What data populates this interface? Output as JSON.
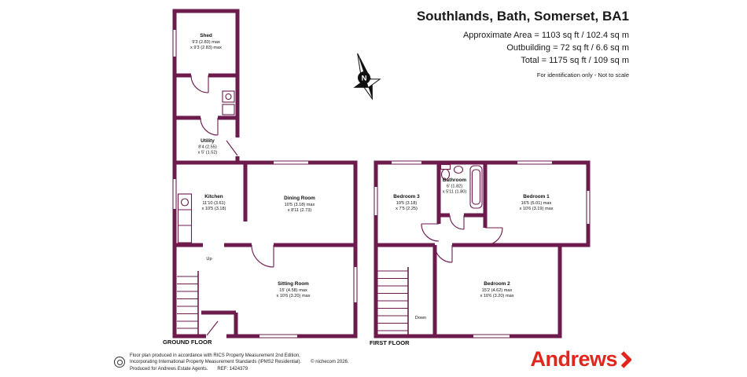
{
  "colors": {
    "wall": "#6d1b4d",
    "brand_red": "#e2261d",
    "ink": "#1a1a1a"
  },
  "header": {
    "title": "Southlands, Bath, Somerset, BA1",
    "approximate_area": "Approximate Area = 1103 sq ft / 102.4 sq m",
    "outbuilding": "Outbuilding = 72 sq ft / 6.6 sq m",
    "total": "Total = 1175 sq ft / 109 sq m",
    "disclaimer": "For identification only - Not to scale"
  },
  "compass": {
    "label": "N"
  },
  "ground_floor": {
    "label": "GROUND FLOOR",
    "stairs_label": "Up",
    "rooms": {
      "shed": {
        "name": "Shed",
        "dim1": "9'3 (2.83) max",
        "dim2": "x 9'3 (2.83) max"
      },
      "utility": {
        "name": "Utility",
        "dim1": "8'4 (2.55)",
        "dim2": "x 5' (1.52)"
      },
      "kitchen": {
        "name": "Kitchen",
        "dim1": "11'10 (3.61)",
        "dim2": "x 10'5 (3.18)"
      },
      "dining_room": {
        "name": "Dining Room",
        "dim1": "10'5 (3.18) max",
        "dim2": "x 8'11 (2.73)"
      },
      "sitting_room": {
        "name": "Sitting Room",
        "dim1": "15' (4.58) max",
        "dim2": "x 10'6 (3.20) max"
      }
    }
  },
  "first_floor": {
    "label": "FIRST FLOOR",
    "stairs_label": "Down",
    "rooms": {
      "bathroom": {
        "name": "Bathroom",
        "dim1": "6' (1.82)",
        "dim2": "x 5'11 (1.80)"
      },
      "bedroom_3": {
        "name": "Bedroom 3",
        "dim1": "10'5 (3.18)",
        "dim2": "x 7'5 (2.25)"
      },
      "bedroom_1": {
        "name": "Bedroom 1",
        "dim1": "16'5 (5.01) max",
        "dim2": "x 10'6 (3.19) max"
      },
      "bedroom_2": {
        "name": "Bedroom 2",
        "dim1": "15'2 (4.62) max",
        "dim2": "x 10'6 (3.20) max"
      }
    }
  },
  "footer": {
    "line1": "Floor plan produced in accordance with RICS Property Measurement 2nd Edition,",
    "line2": "Incorporating International Property Measurement Standards (IPMS2 Residential).",
    "copyright": "© nichecom 2026.",
    "line3": "Produced for Andrews Estate Agents.",
    "ref": "REF: 1424379"
  },
  "brand": {
    "name": "Andrews"
  }
}
